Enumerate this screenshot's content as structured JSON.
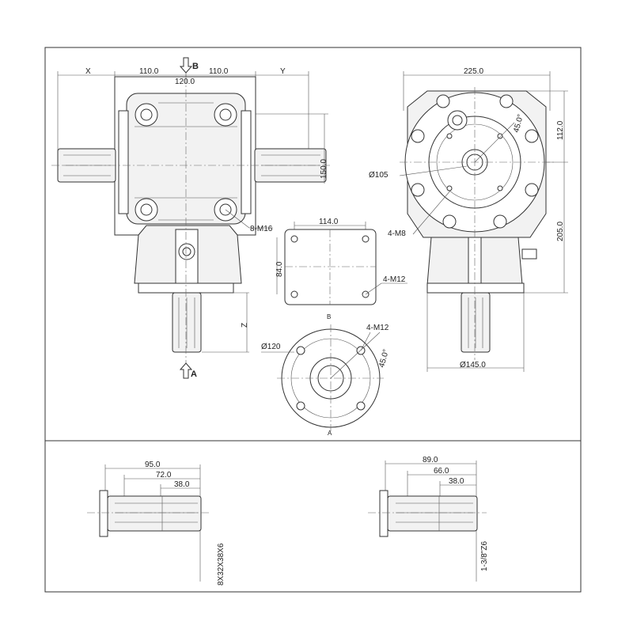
{
  "top_view": {
    "dim_x": "X",
    "dim_left": "110.0",
    "dim_right": "110.0",
    "dim_y": "Y",
    "dim_center": "120.0",
    "dim_height": "150.0",
    "bolt_label": "8-M16",
    "dim_z": "Z",
    "arrow_b": "B",
    "arrow_a": "A"
  },
  "side_view": {
    "dim_width": "225.0",
    "dim_upper": "112.0",
    "dim_lower": "205.0",
    "dim_dia_bore": "Ø105",
    "angle": "45.0°",
    "bolt_label": "4-M8",
    "dim_dia_base": "Ø145.0"
  },
  "view_b": {
    "dim_width": "114.0",
    "dim_height": "84.0",
    "bolt_label": "4-M12",
    "caption": "B"
  },
  "view_a": {
    "bolt_label": "4-M12",
    "dim_dia": "Ø120",
    "angle": "45.0°",
    "caption": "A"
  },
  "shaft_left": {
    "dim_total": "95.0",
    "dim_mid": "72.0",
    "dim_short": "38.0",
    "spec": "8X32X38X6"
  },
  "shaft_right": {
    "dim_total": "89.0",
    "dim_mid": "66.0",
    "dim_short": "38.0",
    "spec": "1-3/8\"Z6"
  }
}
